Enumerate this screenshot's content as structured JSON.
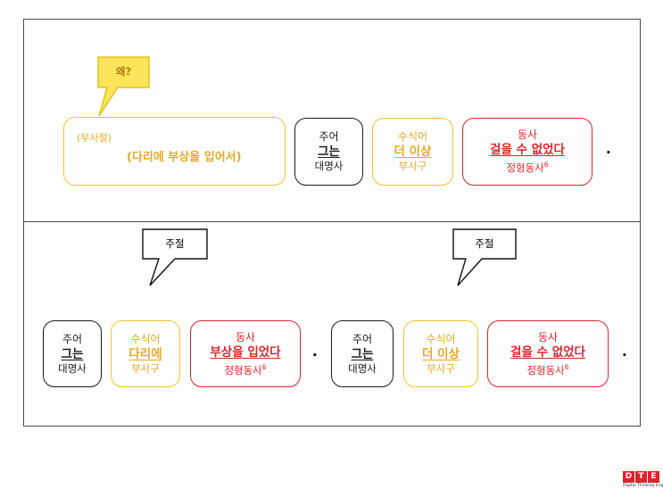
{
  "top": {
    "callout": "왜?",
    "clause_tag": "(부사절)",
    "clause_text": "(다리에 부상을 입어서)",
    "subject": {
      "role": "주어",
      "word": "그는",
      "pos": "대명사"
    },
    "modifier": {
      "role": "수식어",
      "word": "더 이상",
      "pos": "부사구"
    },
    "verb": {
      "role": "동사",
      "word": "걸을 수 없었다",
      "pos": "정형동사",
      "sup": "6"
    },
    "period": "."
  },
  "bottom_left": {
    "callout": "주절",
    "subject": {
      "role": "주어",
      "word": "그는",
      "pos": "대명사"
    },
    "modifier": {
      "role": "수식어",
      "word": "다리에",
      "pos": "부사구"
    },
    "verb": {
      "role": "동사",
      "word": "부상을 입었다",
      "pos": "정형동사",
      "sup": "6"
    },
    "period": "."
  },
  "bottom_right": {
    "callout": "주절",
    "subject": {
      "role": "주어",
      "word": "그는",
      "pos": "대명사"
    },
    "modifier": {
      "role": "수식어",
      "word": "더 이상",
      "pos": "부사구"
    },
    "verb": {
      "role": "동사",
      "word": "걸을 수 없었다",
      "pos": "정형동사",
      "sup": "6"
    },
    "period": "."
  },
  "logo": {
    "letters": [
      "D",
      "T",
      "E"
    ],
    "subtitle": "Digital Thinking English"
  },
  "colors": {
    "subject": "#1a1a1a",
    "modifier": "#f2c230",
    "verb": "#d8262c",
    "callout_fill": "#fbe55b"
  }
}
